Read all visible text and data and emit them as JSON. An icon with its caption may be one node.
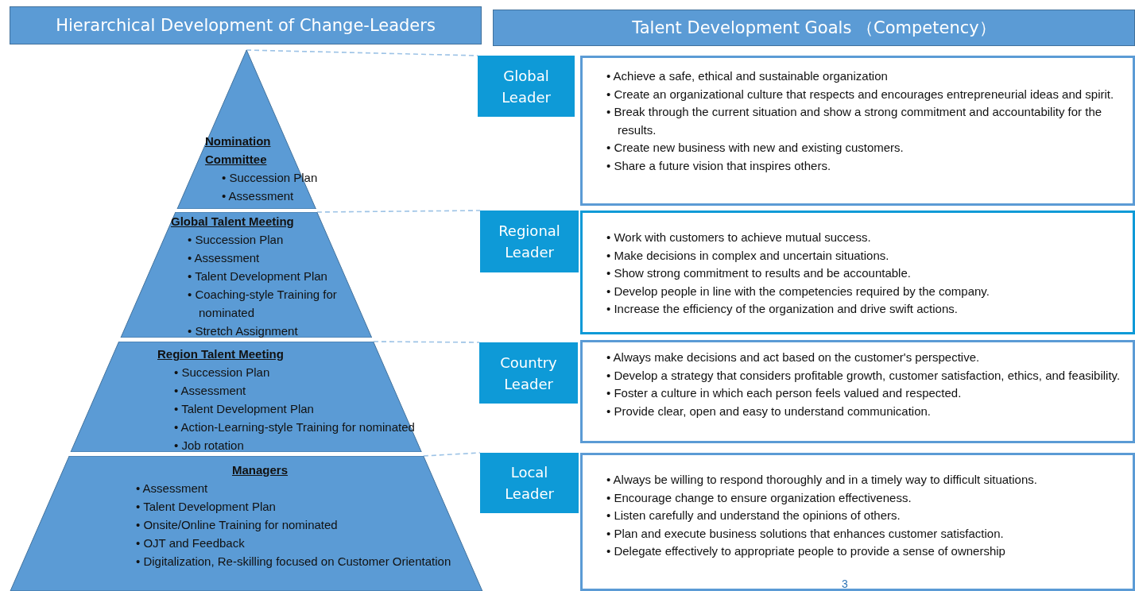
{
  "diagram": {
    "nodes": [
      {
        "text": [
          "Hierarchical Development of Change-Leaders"
        ]
      },
      {
        "text": [
          "Talent Development Goals （Competency）"
        ]
      },
      {
        "text": [
          "Nomination Committee",
          "• Succession Plan",
          "• Assessment"
        ]
      },
      {
        "text": [
          "Global Leader"
        ]
      },
      {
        "text": [
          "• Achieve a safe, ethical and sustainable organization",
          "• Create an organizational culture that respects and encourages entrepreneurial ideas and spirit.",
          "• Break through the current situation and show a strong commitment and accountability for the results.",
          "• Create new business with new and existing customers.",
          "• Share a future vision that inspires others."
        ]
      },
      {
        "text": [
          "Global Talent Meeting",
          "• Succession Plan",
          "• Assessment",
          "• Talent Development Plan",
          "• Coaching-style Training for nominated",
          "• Stretch Assignment"
        ]
      },
      {
        "text": [
          "Regional Leader"
        ]
      },
      {
        "text": [
          "• Work with customers to achieve mutual success.",
          "• Make decisions in complex and uncertain situations.",
          "• Show strong commitment to results and be accountable.",
          "• Develop people in line with the competencies required by the company.",
          "• Increase the efficiency of the organization and drive swift actions."
        ]
      },
      {
        "text": [
          "Region Talent Meeting",
          "• Succession Plan",
          "• Assessment",
          "• Talent Development Plan",
          "• Action-Learning-style Training for nominated",
          "• Job rotation"
        ]
      },
      {
        "text": [
          "Country Leader"
        ]
      },
      {
        "text": [
          "• Always make decisions and act based on the customer's perspective.",
          "• Develop a strategy that considers profitable growth, customer satisfaction, ethics, and feasibility.",
          "• Foster a culture in which each person feels valued and respected.",
          "• Provide clear, open and easy to understand communication."
        ]
      },
      {
        "text": [
          "Managers",
          "• Assessment",
          "• Talent Development Plan",
          "• Onsite/Online Training for nominated",
          "• OJT and Feedback",
          "• Digitalization, Re-skilling focused on Customer Orientation"
        ]
      },
      {
        "text": [
          "Local Leader"
        ]
      },
      {
        "text": [
          "• Always be willing to respond thoroughly and in a timely way to difficult situations.",
          "• Encourage change to ensure organization effectiveness.",
          "• Listen carefully and understand the opinions of others.",
          "• Plan and execute business solutions that enhances customer satisfaction.",
          "• Delegate effectively to appropriate people to provide a sense of ownership"
        ]
      }
    ],
    "edges": [
      {
        "from": 2,
        "to": 3,
        "arrow": "none",
        "style": "dashed"
      },
      {
        "from": 5,
        "to": 6,
        "arrow": "none",
        "style": "dashed"
      },
      {
        "from": 8,
        "to": 9,
        "arrow": "none",
        "style": "dashed"
      },
      {
        "from": 11,
        "to": 12,
        "arrow": "none",
        "style": "dashed"
      }
    ],
    "labels": [
      "3"
    ]
  }
}
